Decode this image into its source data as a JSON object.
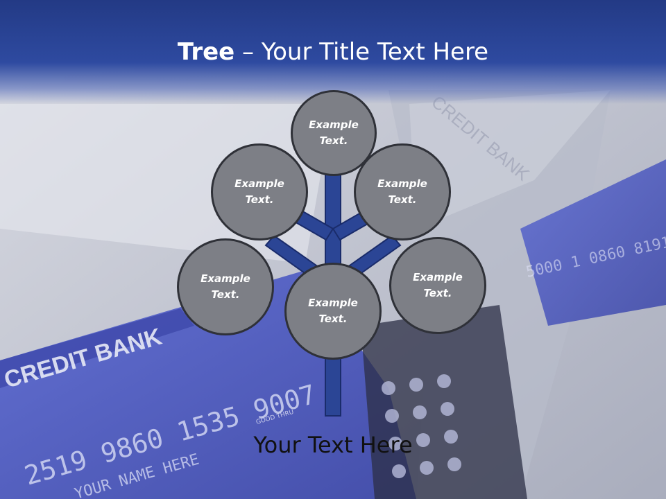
{
  "title": {
    "bold": "Tree",
    "rest": " – Your Title Text Here"
  },
  "nodes": [
    {
      "id": "top",
      "text": "Example\nText."
    },
    {
      "id": "upper-left",
      "text": "Example\nText."
    },
    {
      "id": "upper-right",
      "text": "Example\nText."
    },
    {
      "id": "lower-left",
      "text": "Example\nText."
    },
    {
      "id": "lower-right",
      "text": "Example\nText."
    },
    {
      "id": "center",
      "text": "Example\nText."
    }
  ],
  "background": {
    "card_text_1": "CREDIT BANK",
    "card_text_2": "2519 9860 1535 9007",
    "card_text_3": "YOUR NAME HERE",
    "card_text_4": "CREDIT BANK",
    "card_text_5": "5000 1 0860 8191",
    "card_text_6": "GOOD THRU"
  },
  "footer": "Your Text Here",
  "colors": {
    "header": "#2e4aa0",
    "circle": "#7d7f86",
    "trunk": "#2b4595",
    "card": "#4f5fc8"
  }
}
